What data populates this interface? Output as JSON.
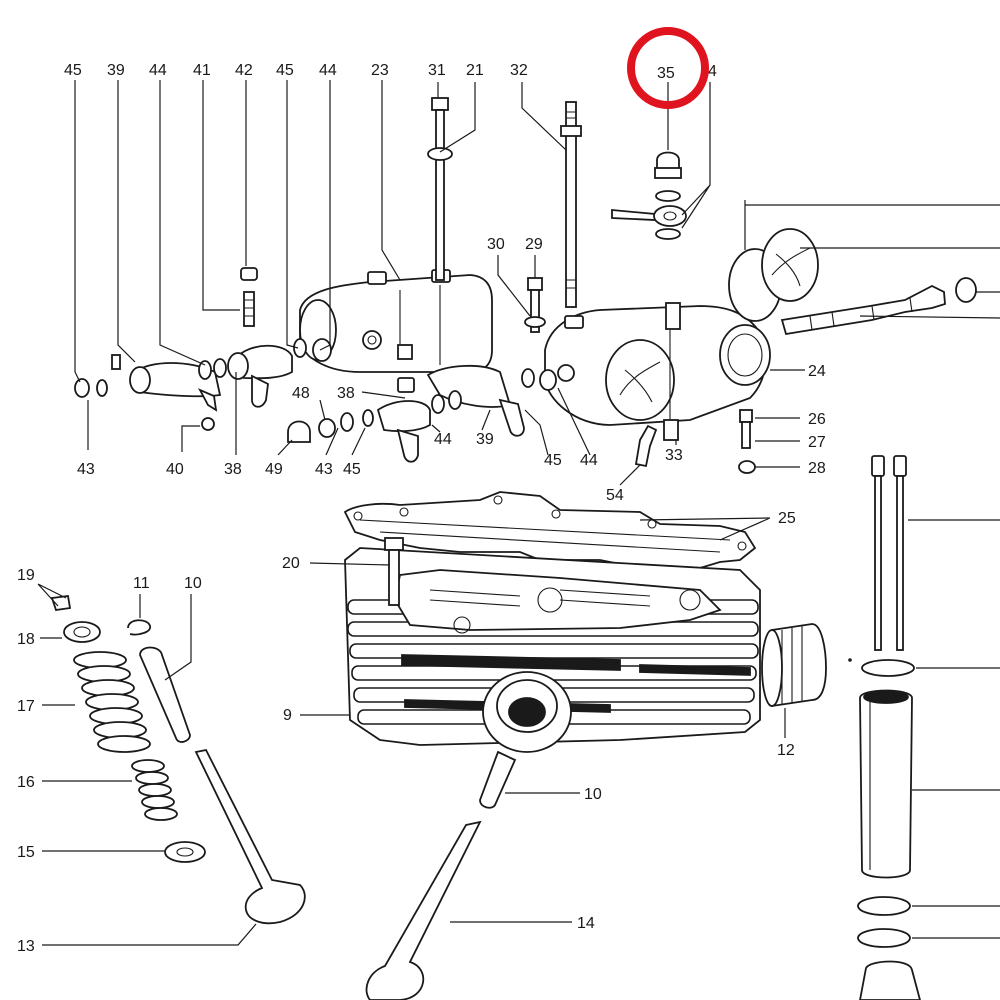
{
  "highlight": {
    "label": "35",
    "color": "#e0141e"
  },
  "colors": {
    "ink": "#1a1a1a",
    "paper": "#ffffff"
  },
  "labels": {
    "l45a": "45",
    "l39a": "39",
    "l44a": "44",
    "l41": "41",
    "l42": "42",
    "l45b": "45",
    "l44b": "44",
    "l23": "23",
    "l31": "31",
    "l21": "21",
    "l32": "32",
    "l35": "35",
    "l4": "4",
    "l30": "30",
    "l29": "29",
    "l24": "24",
    "l48": "48",
    "l38a": "38",
    "l26": "26",
    "l27": "27",
    "l28": "28",
    "l43a": "43",
    "l40": "40",
    "l38b": "38",
    "l49": "49",
    "l43b": "43",
    "l45c": "45",
    "l44c": "44",
    "l39b": "39",
    "l45d": "45",
    "l44d": "44",
    "l33": "33",
    "l54": "54",
    "l25": "25",
    "l20": "20",
    "l19": "19",
    "l11": "11",
    "l10a": "10",
    "l18": "18",
    "l17": "17",
    "l9": "9",
    "l12": "12",
    "l16": "16",
    "l10b": "10",
    "l15": "15",
    "l13": "13",
    "l14": "14"
  }
}
